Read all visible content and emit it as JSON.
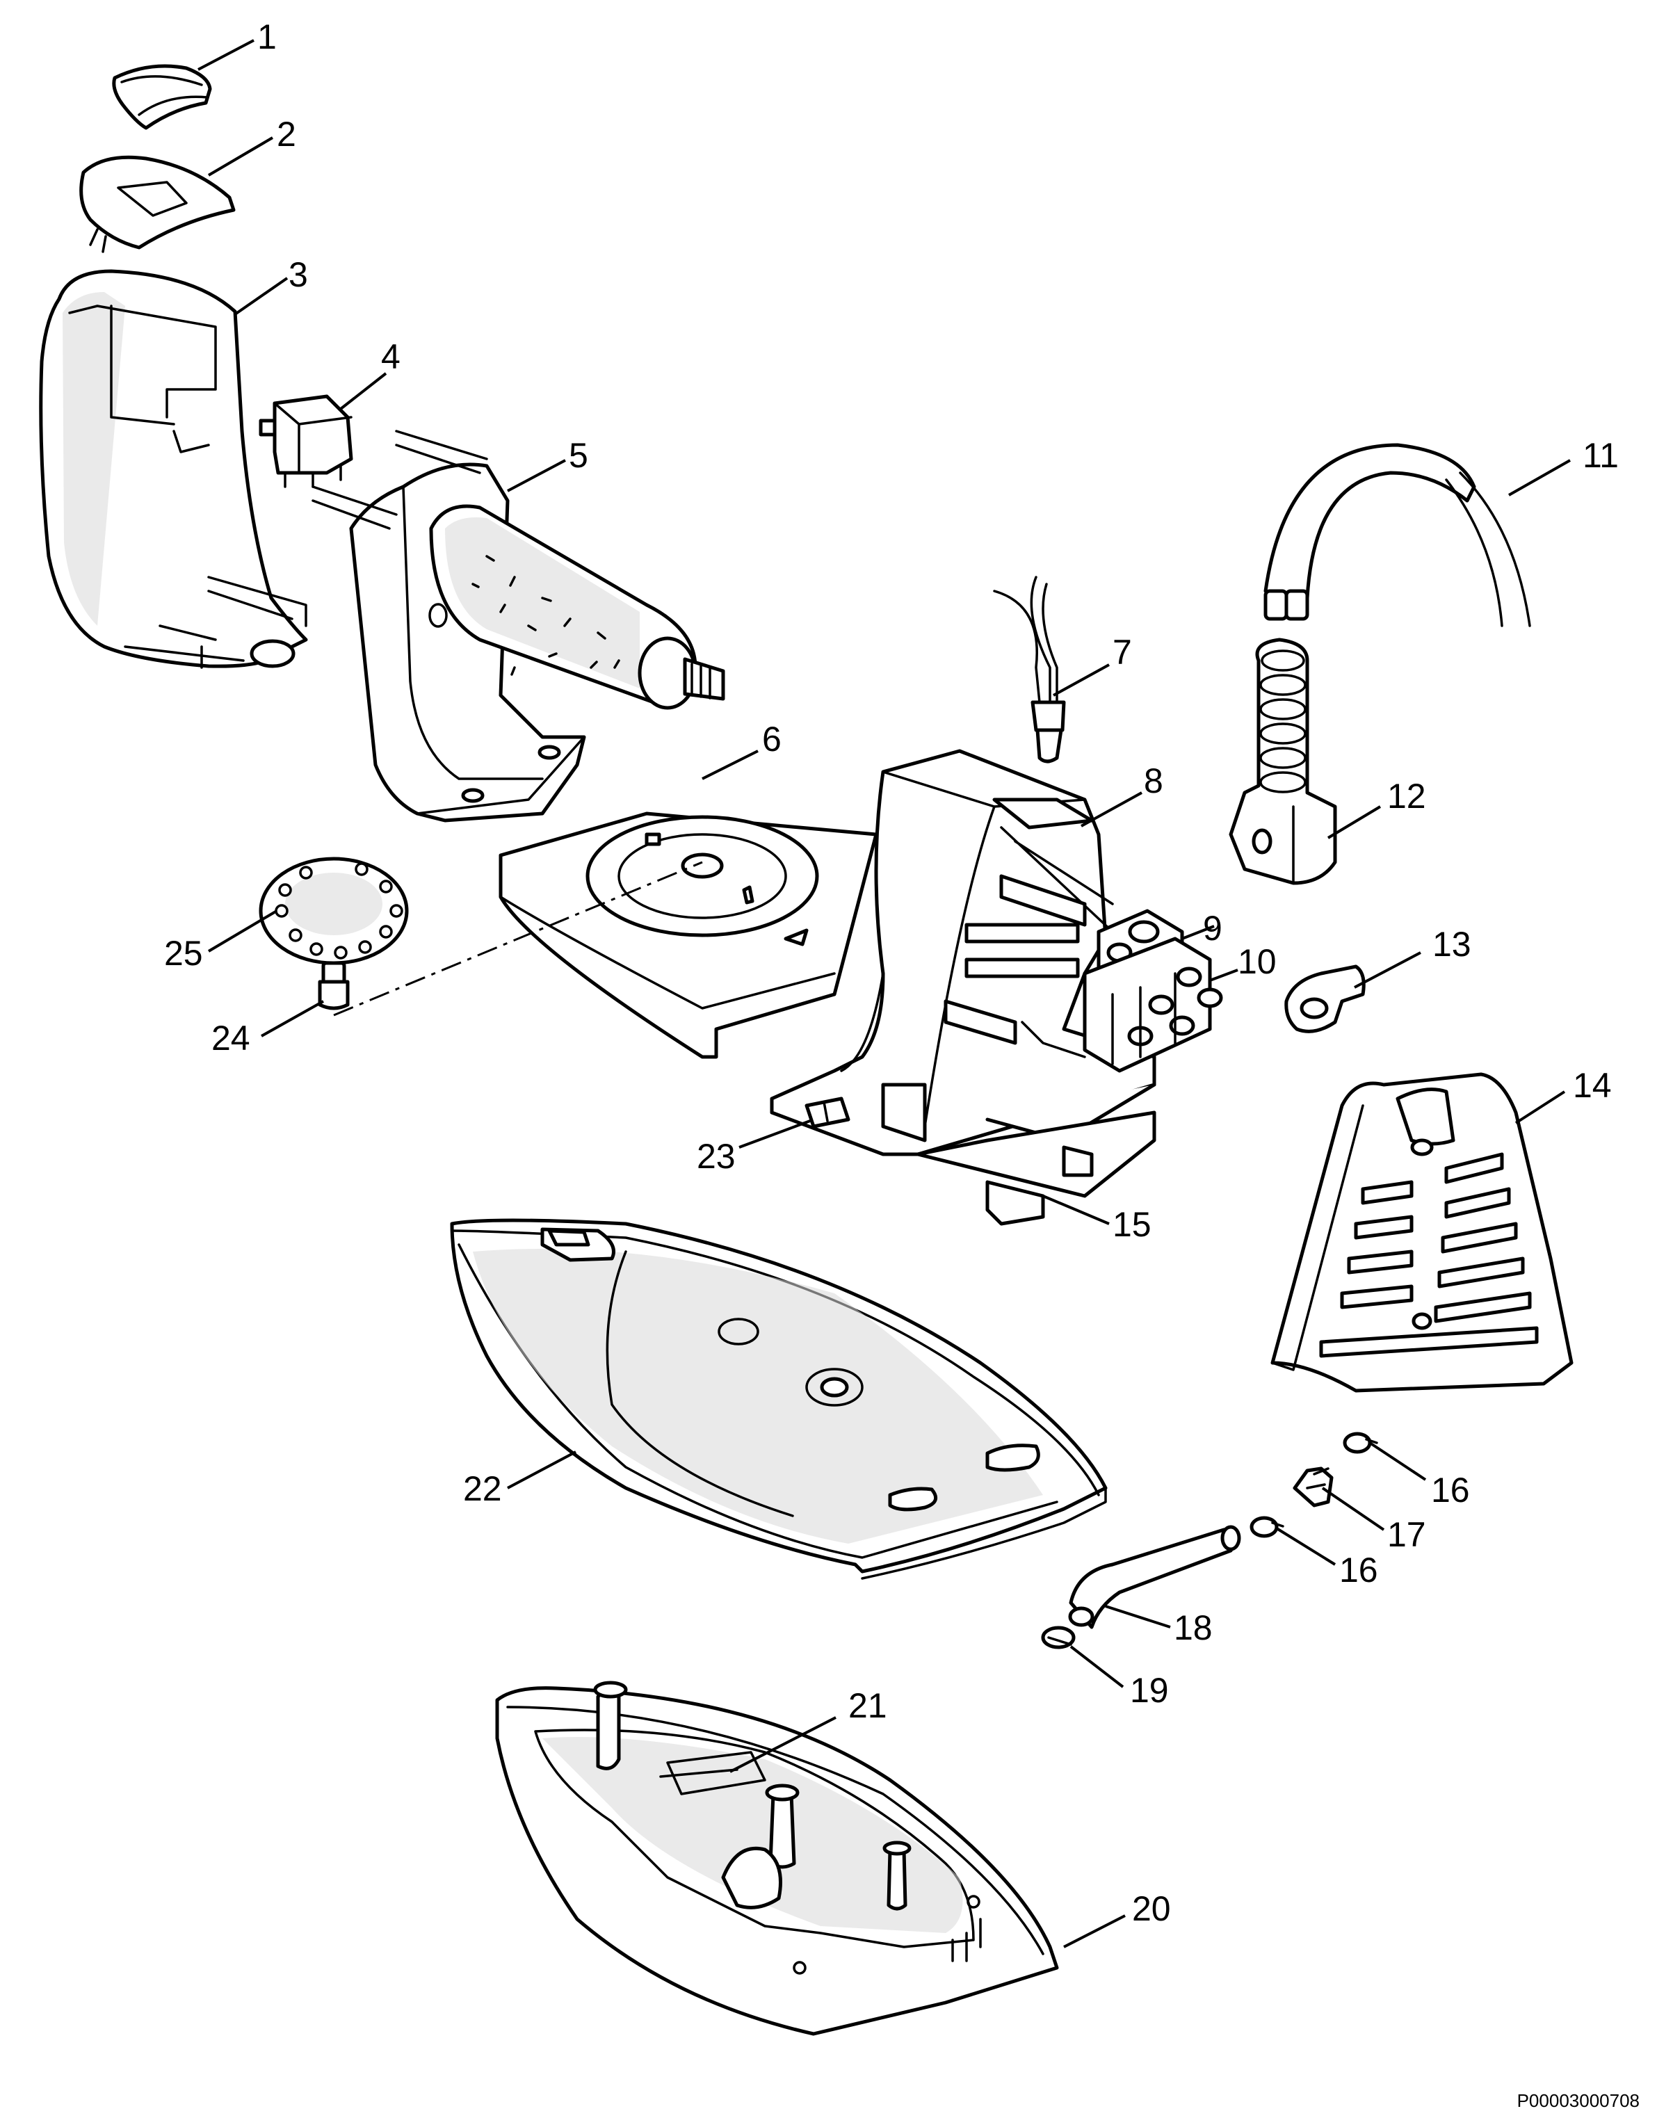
{
  "reference_code": "P00003000708",
  "callouts": [
    {
      "id": "c1",
      "label": "1"
    },
    {
      "id": "c2",
      "label": "2"
    },
    {
      "id": "c3",
      "label": "3"
    },
    {
      "id": "c4",
      "label": "4"
    },
    {
      "id": "c5",
      "label": "5"
    },
    {
      "id": "c6",
      "label": "6"
    },
    {
      "id": "c7",
      "label": "7"
    },
    {
      "id": "c8",
      "label": "8"
    },
    {
      "id": "c9",
      "label": "9"
    },
    {
      "id": "c10",
      "label": "10"
    },
    {
      "id": "c11",
      "label": "11"
    },
    {
      "id": "c12",
      "label": "12"
    },
    {
      "id": "c13",
      "label": "13"
    },
    {
      "id": "c14",
      "label": "14"
    },
    {
      "id": "c15",
      "label": "15"
    },
    {
      "id": "c16a",
      "label": "16"
    },
    {
      "id": "c16b",
      "label": "16"
    },
    {
      "id": "c17",
      "label": "17"
    },
    {
      "id": "c18",
      "label": "18"
    },
    {
      "id": "c19",
      "label": "19"
    },
    {
      "id": "c20",
      "label": "20"
    },
    {
      "id": "c21",
      "label": "21"
    },
    {
      "id": "c22",
      "label": "22"
    },
    {
      "id": "c23",
      "label": "23"
    },
    {
      "id": "c24",
      "label": "24"
    },
    {
      "id": "c25",
      "label": "25"
    }
  ]
}
